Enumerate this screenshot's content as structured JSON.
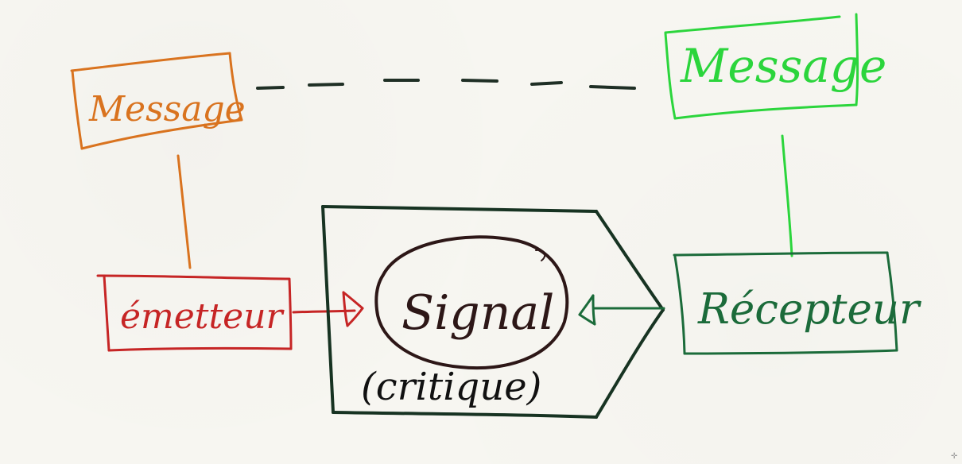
{
  "diagram": {
    "sender_message": {
      "label": "Message",
      "color": "#d9731f"
    },
    "receiver_message": {
      "label": "Message",
      "color": "#2bd53c"
    },
    "sender": {
      "label": "émetteur",
      "color": "#c62525"
    },
    "receiver": {
      "label": "Récepteur",
      "color": "#1b6b3a"
    },
    "signal": {
      "label": "Signal",
      "note": "(critique)",
      "color": "#2d1717"
    },
    "channel": {
      "color": "#173322"
    }
  },
  "icons": {
    "corner": "move-cursor-icon"
  }
}
